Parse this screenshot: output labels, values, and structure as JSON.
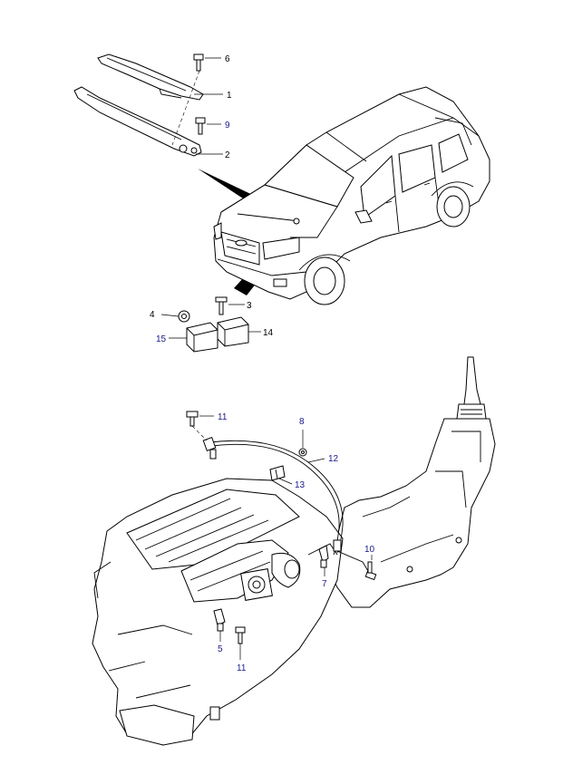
{
  "colors": {
    "line": "#000000",
    "label_black": "#000000",
    "label_blue": "#1a1a8c",
    "background": "#ffffff"
  },
  "callouts": {
    "c6": "6",
    "c1": "1",
    "c9": "9",
    "c2": "2",
    "c3": "3",
    "c4": "4",
    "c14": "14",
    "c15": "15",
    "c11_top": "11",
    "c8": "8",
    "c12": "12",
    "c13": "13",
    "c10": "10",
    "c7": "7",
    "c5": "5",
    "c11_bottom": "11"
  }
}
